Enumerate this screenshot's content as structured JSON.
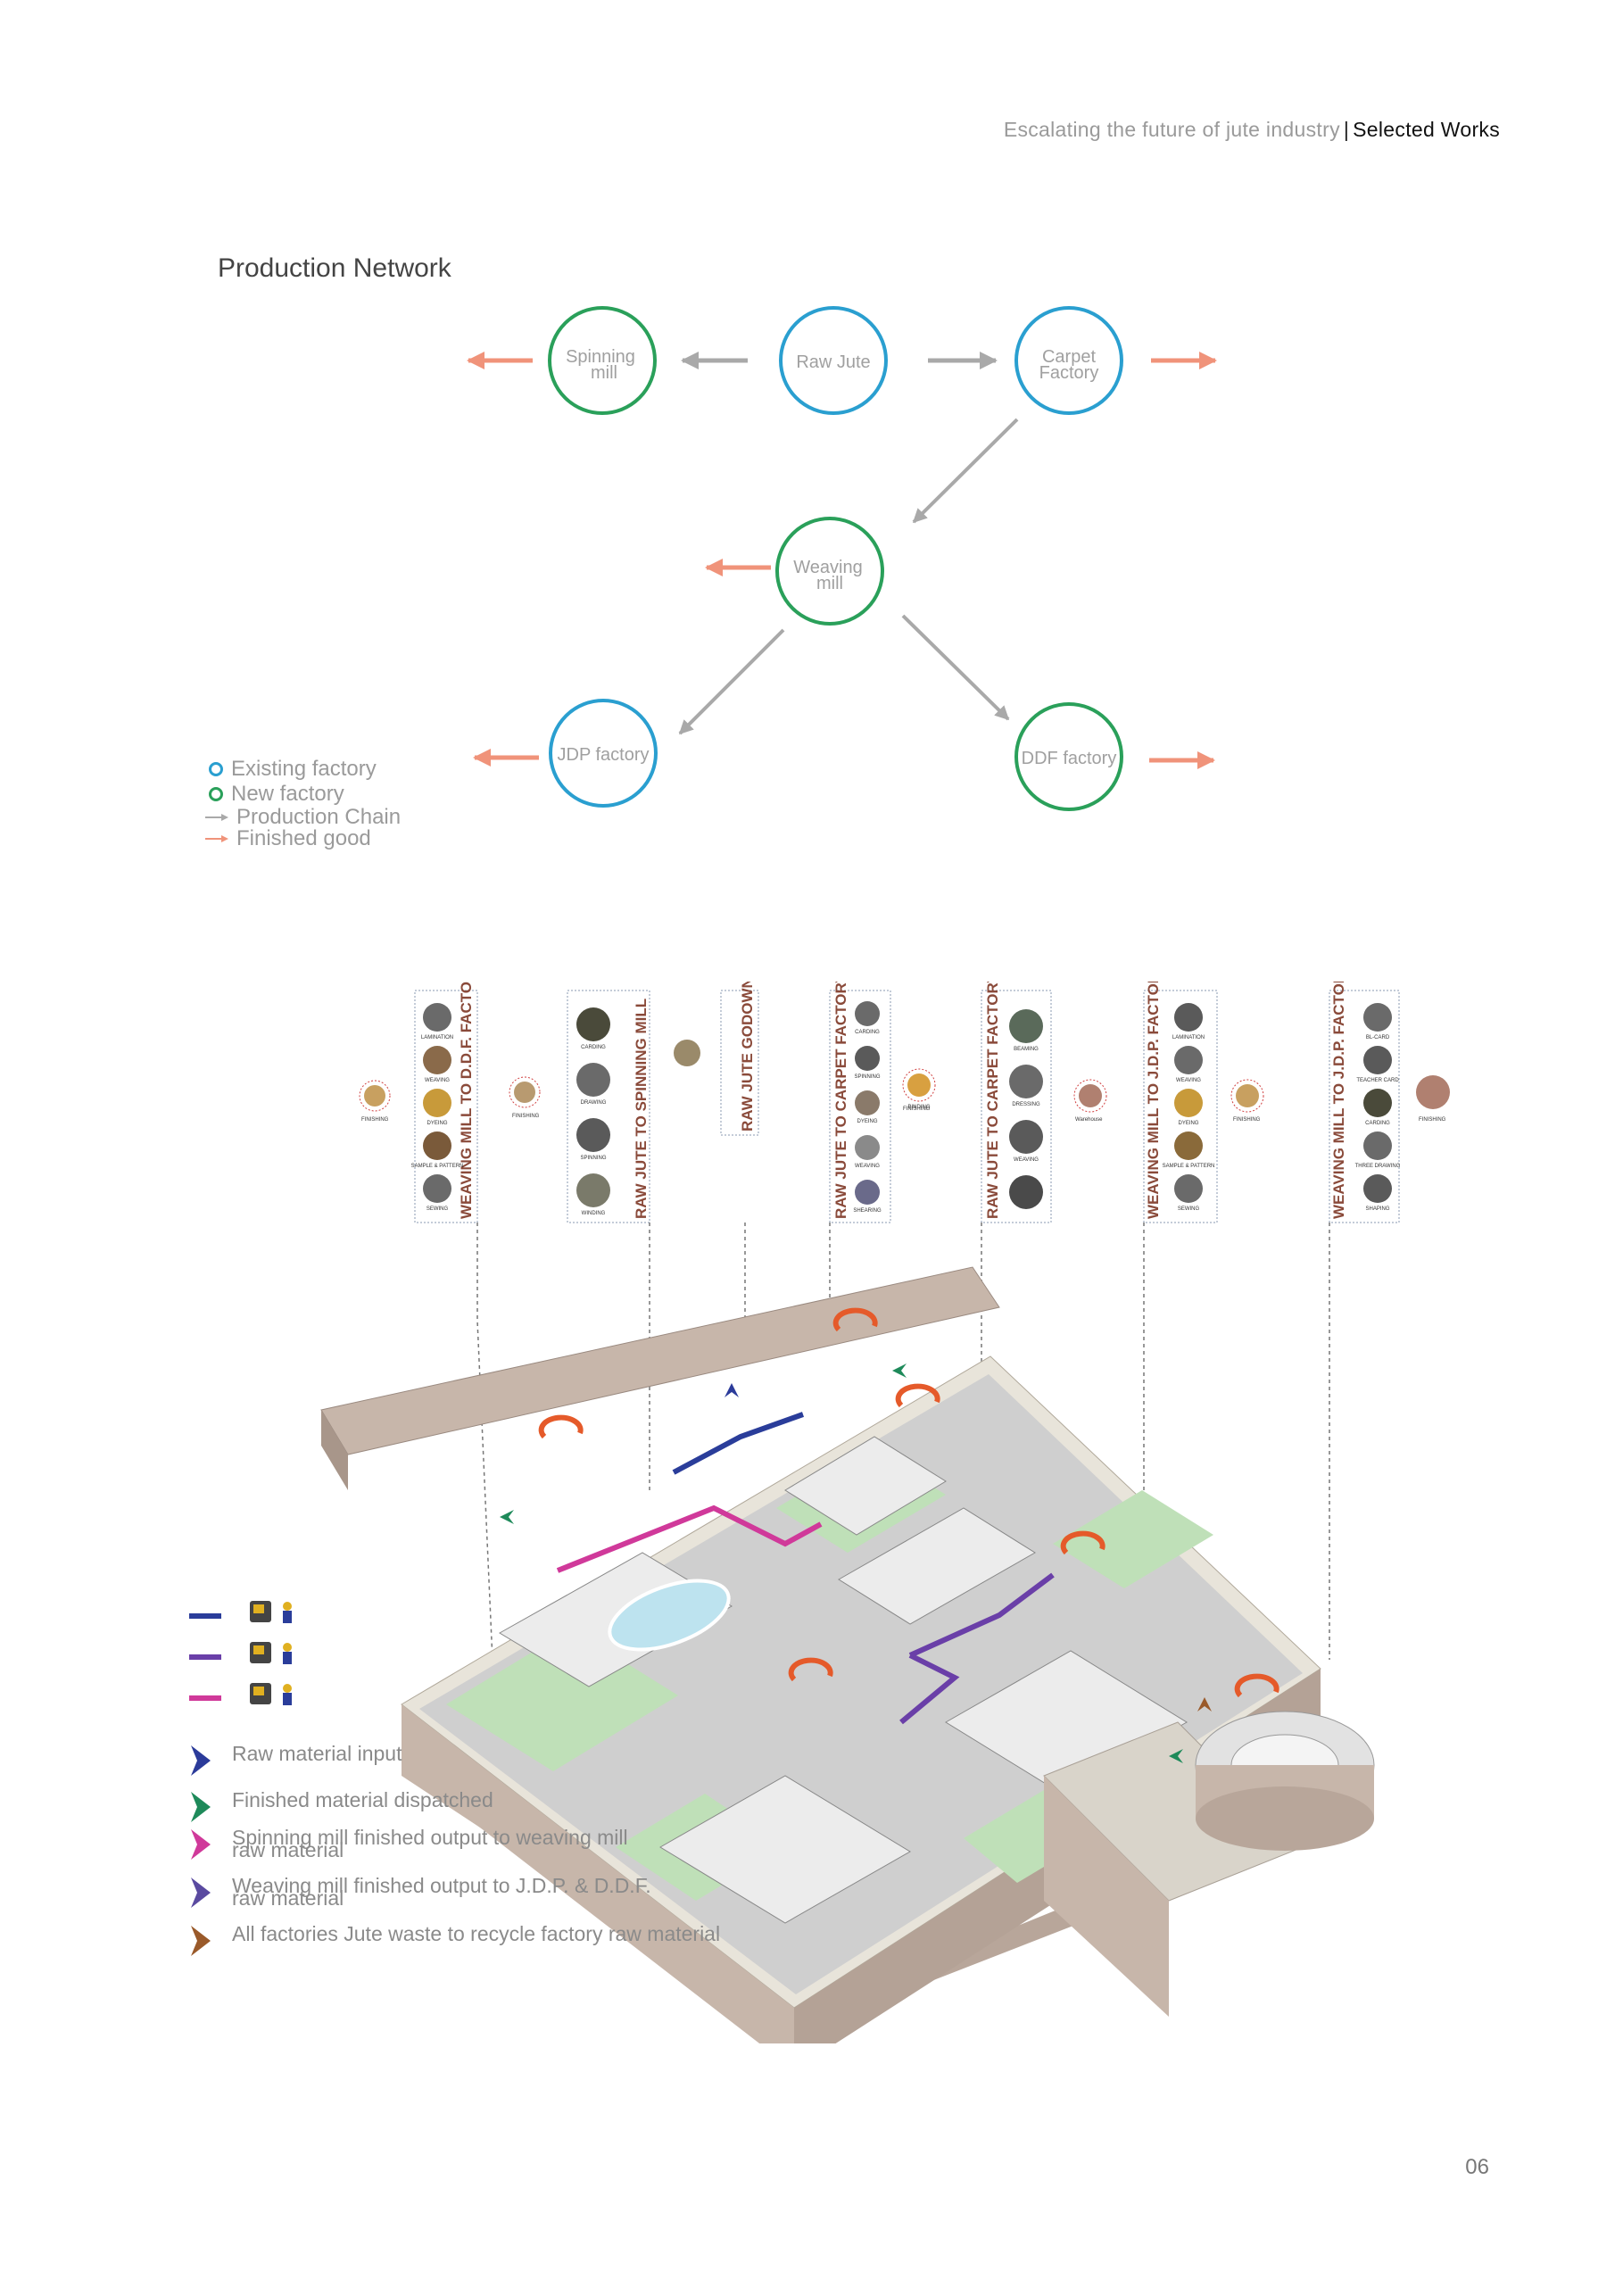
{
  "header": {
    "left": "Escalating the future of jute industry",
    "right": "Selected Works"
  },
  "section_title": "Production Network",
  "network": {
    "raw_jute": "Raw Jute",
    "spinning_mill_1": "Spinning",
    "spinning_mill_2": "mill",
    "carpet_factory_1": "Carpet",
    "carpet_factory_2": "Factory",
    "weaving_mill_1": "Weaving",
    "weaving_mill_2": "mill",
    "jdp_factory": "JDP factory",
    "ddf_factory": "DDF factory"
  },
  "legend": {
    "existing": "Existing factory",
    "new": "New factory",
    "chain": "Production Chain",
    "finished": "Finished good"
  },
  "colors": {
    "existing": "#2a9fd0",
    "new": "#2aa05a",
    "chain": "#a9a9a9",
    "finished": "#f0937a",
    "route_blue": "#2a3d9a",
    "route_purple": "#6a3fa8",
    "route_pink": "#d0399a",
    "raw_input": "#2b3b9a",
    "dispatch": "#1e8a5a",
    "spin_output": "#d0399a",
    "weave_output": "#5a4aa0",
    "waste": "#9a5a2a"
  },
  "lanes": [
    {
      "title": "WEAVING MILL TO D.D.F. FACTORY",
      "steps": [
        "LAMINATION",
        "WEAVING",
        "DYEING",
        "SAMPLE & PATTERN",
        "SEWING"
      ],
      "side": "FINISHING"
    },
    {
      "title": "RAW JUTE TO SPINNING MILL",
      "steps": [
        "CARDING",
        "DRAWING",
        "SPINNING",
        "WINDING"
      ],
      "side": "FINISHING"
    },
    {
      "title": "RAW JUTE GODOWN",
      "steps": [],
      "side": ""
    },
    {
      "title": "RAW JUTE TO CARPET FACTORY",
      "steps": [
        "CARDING",
        "SPINNING",
        "DYEING",
        "WEAVING",
        "SHEARING",
        "BINDING"
      ],
      "side": "FINISHING"
    },
    {
      "title": "RAW JUTE TO CARPET FACTORY",
      "steps": [
        "BEAMING",
        "DRESSING",
        "WEAVING"
      ],
      "side": "Warehouse"
    },
    {
      "title": "WEAVING MILL TO J.D.P. FACTORY",
      "steps": [
        "LAMINATION",
        "WEAVING",
        "DYEING",
        "SAMPLE & PATTERN",
        "SEWING"
      ],
      "side": "FINISHING"
    },
    {
      "title": "WEAVING MILL TO J.D.P. FACTORY",
      "steps": [
        "BL-CARD",
        "TEACHER CARD",
        "CARDING",
        "THREE DRAWING",
        "SHAPING"
      ],
      "side": "FINISHING"
    }
  ],
  "flow_legend": {
    "raw_input": "Raw material input",
    "dispatch": "Finished material dispatched",
    "spin_1": "Spinning mill finished output to weaving mill",
    "spin_2": "raw material",
    "weave_1": "Weaving mill finished output to J.D.P. & D.D.F.",
    "weave_2": "raw material",
    "waste": "All factories Jute waste to recycle factory raw material"
  },
  "page_number": "06"
}
